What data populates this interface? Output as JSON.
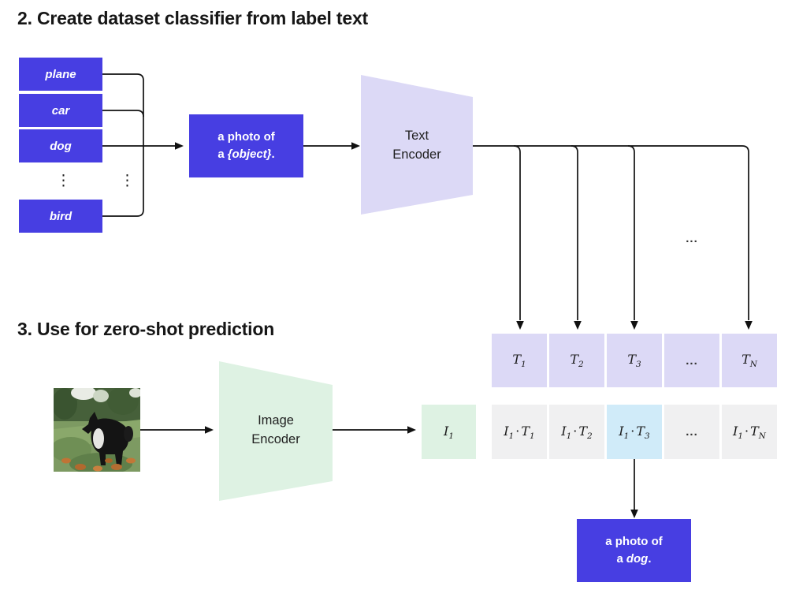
{
  "colors": {
    "purple": "#473EE2",
    "lavender": "#DCD9F6",
    "green": "#DEF2E3",
    "highlight_blue": "#D0EBF9",
    "cell_gray": "#F0F0F1",
    "text_dark": "#161616",
    "arrow": "#111111",
    "background": "#ffffff"
  },
  "section2": {
    "title": "2. Create dataset classifier from label text"
  },
  "section3": {
    "title": "3. Use for zero-shot prediction"
  },
  "class_labels": {
    "items": [
      "plane",
      "car",
      "dog",
      "bird"
    ],
    "vdots": "⋮"
  },
  "prompt_template": {
    "line1": "a photo of",
    "line2_prefix": "a",
    "object": "{object}",
    "period": "."
  },
  "text_encoder": {
    "label_line1": "Text",
    "label_line2": "Encoder"
  },
  "image_encoder": {
    "label_line1": "Image",
    "label_line2": "Encoder"
  },
  "text_embeddings": {
    "cells": [
      {
        "base": "T",
        "sub": "1"
      },
      {
        "base": "T",
        "sub": "2"
      },
      {
        "base": "T",
        "sub": "3"
      },
      {
        "dots": "..."
      },
      {
        "base": "T",
        "sub": "N"
      }
    ],
    "branch_dots": "..."
  },
  "image_embedding": {
    "base": "I",
    "sub": "1"
  },
  "similarity_row": {
    "cells": [
      {
        "i": "I",
        "isub": "1",
        "dot": "·",
        "t": "T",
        "tsub": "1",
        "highlighted": false
      },
      {
        "i": "I",
        "isub": "1",
        "dot": "·",
        "t": "T",
        "tsub": "2",
        "highlighted": false
      },
      {
        "i": "I",
        "isub": "1",
        "dot": "·",
        "t": "T",
        "tsub": "3",
        "highlighted": true
      },
      {
        "dots": "..."
      },
      {
        "i": "I",
        "isub": "1",
        "dot": "·",
        "t": "T",
        "tsub": "N",
        "highlighted": false
      }
    ]
  },
  "prediction": {
    "line1": "a photo of",
    "line2_prefix": "a",
    "object": "dog",
    "period": "."
  }
}
